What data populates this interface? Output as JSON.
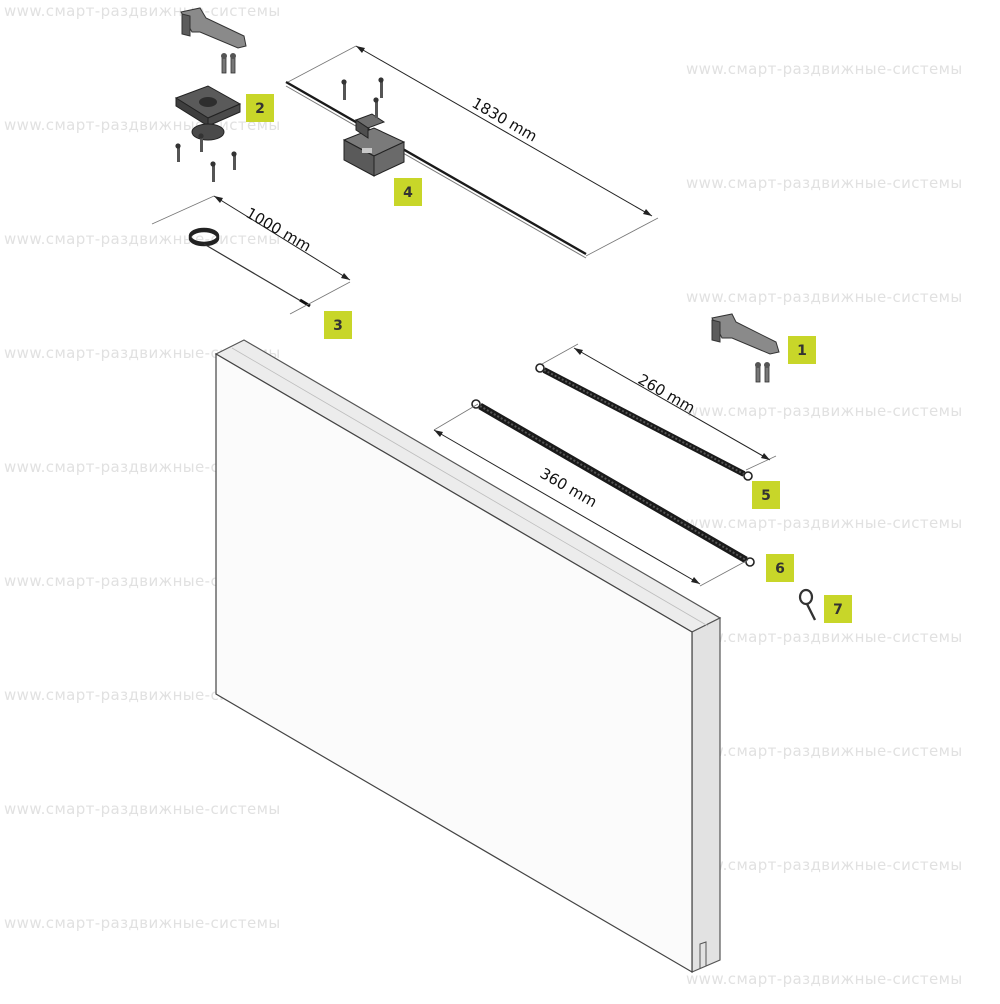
{
  "watermark": "www.смарт-раздвижные-системы",
  "colors": {
    "badge": "#c8d629",
    "panel_face": "#fbfbfb",
    "panel_edge": "#e4e4e4",
    "line": "#1a1a1a",
    "part": "#4a4a4a",
    "part_light": "#8a8a8a"
  },
  "dimensions": {
    "rail": "1830 mm",
    "cord": "1000 mm",
    "spring_short": "260 mm",
    "spring_long": "360 mm"
  },
  "badges": [
    "1",
    "2",
    "3",
    "4",
    "5",
    "6",
    "7"
  ]
}
